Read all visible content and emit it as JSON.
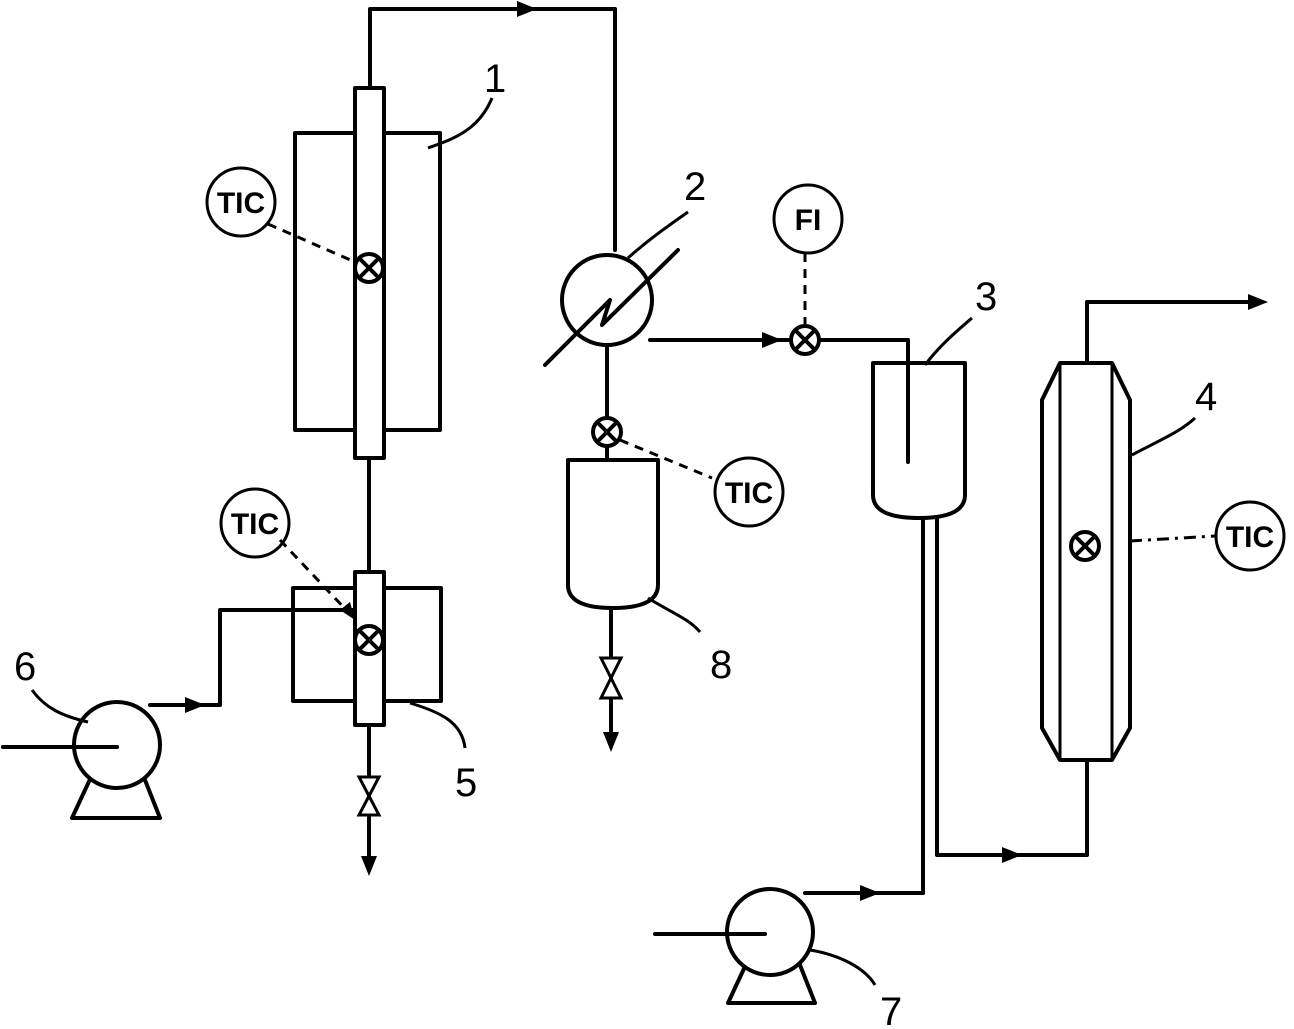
{
  "diagram": {
    "equipment_numbers": {
      "reactor": "1",
      "exchanger": "2",
      "separator": "3",
      "column": "4",
      "preheater": "5",
      "pump_left": "6",
      "pump_bottom": "7",
      "receiver": "8"
    },
    "instrument_tags": {
      "tic_reactor": "TIC",
      "tic_preheater": "TIC",
      "tic_receiver": "TIC",
      "tic_column": "TIC",
      "fi_flow": "FI"
    },
    "icons": [
      "pump-icon",
      "heat-exchanger-icon",
      "valve-icon",
      "instrument-bubble-icon",
      "temperature-sensor-icon",
      "arrow-icon"
    ]
  }
}
